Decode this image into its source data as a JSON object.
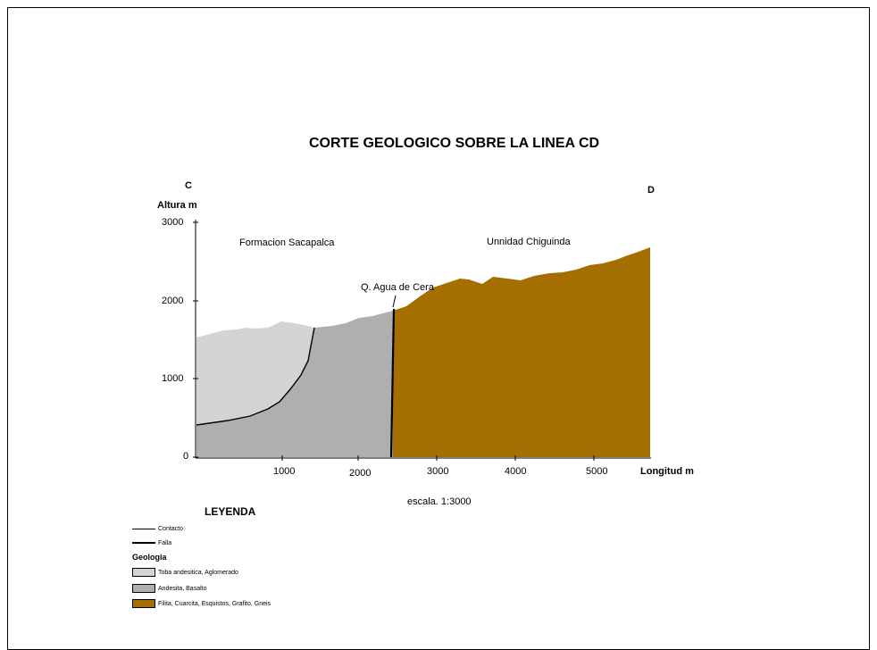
{
  "title": "CORTE GEOLOGICO SOBRE LA LINEA CD",
  "endpoints": {
    "start": "C",
    "end": "D"
  },
  "axes": {
    "y_label": "Altura m",
    "x_label": "Longitud m",
    "y_ticks": [
      "3000",
      "2000",
      "1000",
      "0"
    ],
    "x_ticks": [
      "1000",
      "2000",
      "3000",
      "4000",
      "5000"
    ]
  },
  "scale_note": "escala. 1:3000",
  "labels": {
    "formation": "Formacion Sacapalca",
    "unit": "Unnidad Chiguinda",
    "creek": "Q. Agua de Cera"
  },
  "legend": {
    "title": "LEYENDA",
    "lines": [
      {
        "label": "Contacto",
        "style": "thin"
      },
      {
        "label": "Falla",
        "style": "thick"
      }
    ],
    "group_title": "Geologia",
    "units": [
      {
        "label": "Toba andesitica, Aglomerado",
        "color": "#d4d4d4"
      },
      {
        "label": "Andesita, Basalto",
        "color": "#afafaf"
      },
      {
        "label": "Filita, Cuarcita, Esquistos, Grafito, Gneis",
        "color": "#a46f00"
      }
    ]
  },
  "colors": {
    "toba": "#d4d4d4",
    "andesita": "#afafaf",
    "filita": "#a46f00"
  }
}
